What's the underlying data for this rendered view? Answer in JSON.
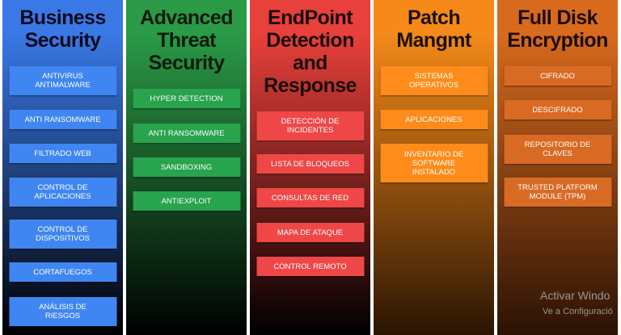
{
  "columns": [
    {
      "title": "Business\nSecurity",
      "title_color": "#0b0b1a",
      "bg_top": "#3a78e6",
      "bg_bottom": "#000000",
      "item_color": "#3f86f2",
      "items": [
        "ANTIVIRUS\nANTIMALWARE",
        "ANTI RANSOMWARE",
        "FILTRADO WEB",
        "CONTROL DE\nAPLICACIONES",
        "CONTROL DE\nDISPOSITIVOS",
        "CORTAFUEGOS",
        "ANÁLISIS DE\nRIESGOS"
      ]
    },
    {
      "title": "Advanced\nThreat\nSecurity",
      "title_color": "#0b1a0b",
      "bg_top": "#2a9a47",
      "bg_bottom": "#000000",
      "item_color": "#28a34e",
      "items": [
        "HYPER DETECTION",
        "ANTI RANSOMWARE",
        "SANDBOXING",
        "ANTIEXPLOIT"
      ]
    },
    {
      "title": "EndPoint\nDetection\nand\nResponse",
      "title_color": "#1a0b0b",
      "bg_top": "#e8403a",
      "bg_bottom": "#000000",
      "item_color": "#ef4747",
      "items": [
        "DETECCIÓN DE\nINCIDENTES",
        "LISTA DE BLOQUEOS",
        "CONSULTAS DE RED",
        "MAPA DE ATAQUE",
        "CONTROL REMOTO"
      ]
    },
    {
      "title": "Patch\nMangmt",
      "title_color": "#1a1005",
      "bg_top": "#f58a1a",
      "bg_bottom": "#2a1403",
      "item_color": "#ff8c1a",
      "items": [
        "SISTEMAS\nOPERATIVOS",
        "APLICACIONES",
        "INVENTARIO DE\nSOFTWARE\nINSTALADO"
      ]
    },
    {
      "title": "Full Disk\nEncryption",
      "title_color": "#1a0c05",
      "bg_top": "#d86a1e",
      "bg_bottom": "#2a1204",
      "item_color": "#d96a24",
      "items": [
        "CIFRADO",
        "DESCIFRADO",
        "REPOSITORIO DE\nCLAVES",
        "TRUSTED PLATFORM\nMODULE (TPM)"
      ]
    }
  ],
  "watermark": {
    "line1": "Activar Windo",
    "line2": "Ve a Configuració"
  }
}
